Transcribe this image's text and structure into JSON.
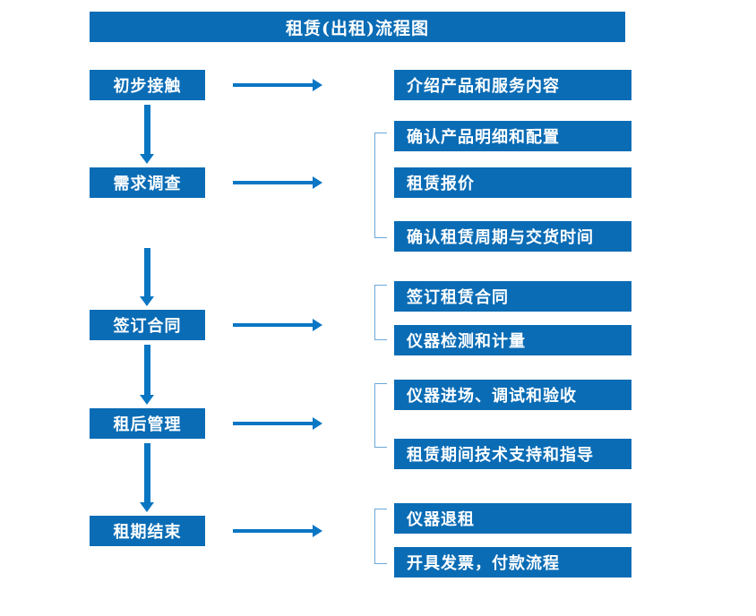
{
  "chart_data": {
    "type": "diagram",
    "title": "租赁(出租)流程图",
    "diagram_kind": "flowchart",
    "orientation": "vertical-stages-with-detail-branches",
    "accent_color": "#0a6cb5",
    "arrow_color": "#0b76c4",
    "bracket_color": "#6ba7d8",
    "text_color": "#ffffff",
    "background": "#ffffff",
    "stages": [
      {
        "label": "初步接触",
        "details": [
          "介绍产品和服务内容"
        ],
        "grouped": false
      },
      {
        "label": "需求调查",
        "details": [
          "确认产品明细和配置",
          "租赁报价",
          "确认租赁周期与交货时间"
        ],
        "grouped": true
      },
      {
        "label": "签订合同",
        "details": [
          "签订租赁合同",
          "仪器检测和计量"
        ],
        "grouped": true
      },
      {
        "label": "租后管理",
        "details": [
          "仪器进场、调试和验收",
          "租赁期间技术支持和指导"
        ],
        "grouped": true
      },
      {
        "label": "租期结束",
        "details": [
          "仪器退租",
          "开具发票，付款流程"
        ],
        "grouped": true
      }
    ]
  },
  "header": {
    "title": "租赁(出租)流程图"
  },
  "stages": [
    {
      "label": "初步接触"
    },
    {
      "label": "需求调查"
    },
    {
      "label": "签订合同"
    },
    {
      "label": "租后管理"
    },
    {
      "label": "租期结束"
    }
  ],
  "details": [
    {
      "label": "介绍产品和服务内容"
    },
    {
      "label": "确认产品明细和配置"
    },
    {
      "label": "租赁报价"
    },
    {
      "label": "确认租赁周期与交货时间"
    },
    {
      "label": "签订租赁合同"
    },
    {
      "label": "仪器检测和计量"
    },
    {
      "label": "仪器进场、调试和验收"
    },
    {
      "label": "租赁期间技术支持和指导"
    },
    {
      "label": "仪器退租"
    },
    {
      "label": "开具发票，付款流程"
    }
  ]
}
